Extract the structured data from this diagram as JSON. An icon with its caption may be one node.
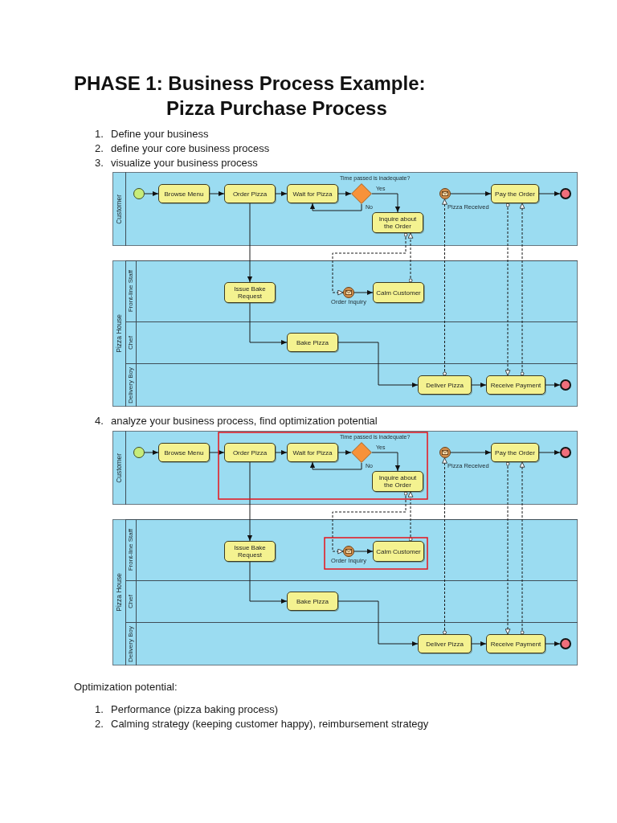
{
  "diagram": {
    "title": "PHASE 1: Business Process Example: Pizza Purchase Process",
    "nodes": [
      {
        "text": [
          "Customer"
        ]
      },
      {
        "text": [],
        "shape": "circle",
        "in": 0
      },
      {
        "text": [
          "Browse Menu"
        ],
        "in": 0
      },
      {
        "text": [
          "Order Pizza"
        ],
        "in": 0
      },
      {
        "text": [
          "Wait for Pizza"
        ],
        "in": 0
      },
      {
        "text": [],
        "shape": "diamond",
        "beside": [
          "Time passed is inadequate?"
        ],
        "in": 0
      },
      {
        "text": [
          "Inquire about the Order"
        ],
        "in": 0
      },
      {
        "text": [],
        "shape": "circle",
        "beside": [
          "Pizza Received"
        ],
        "in": 0
      },
      {
        "text": [
          "Pay the Order"
        ],
        "in": 0
      },
      {
        "text": [],
        "shape": "circle",
        "in": 0
      },
      {
        "text": [
          "Pizza House"
        ]
      },
      {
        "text": [
          "Front-line Staff"
        ],
        "in": 10
      },
      {
        "text": [
          "Issue Bake Request"
        ],
        "in": 11
      },
      {
        "text": [],
        "shape": "circle",
        "beside": [
          "Order Inquiry"
        ],
        "in": 11
      },
      {
        "text": [
          "Calm Customer"
        ],
        "in": 11
      },
      {
        "text": [
          "Chef"
        ],
        "in": 10
      },
      {
        "text": [
          "Bake Pizza"
        ],
        "in": 15
      },
      {
        "text": [
          "Delivery Boy"
        ],
        "in": 10
      },
      {
        "text": [
          "Deliver Pizza"
        ],
        "in": 17
      },
      {
        "text": [
          "Receive Payment"
        ],
        "in": 17
      },
      {
        "text": [],
        "shape": "circle",
        "in": 17
      },
      {
        "text": [
          "Customer"
        ]
      },
      {
        "text": [],
        "shape": "circle",
        "in": 21
      },
      {
        "text": [
          "Browse Menu"
        ],
        "in": 21
      },
      {
        "text": [
          "Order Pizza"
        ],
        "in": 21
      },
      {
        "text": [
          "Wait for Pizza"
        ],
        "in": 21
      },
      {
        "text": [],
        "shape": "diamond",
        "beside": [
          "Time passed is inadequate?"
        ],
        "in": 21
      },
      {
        "text": [
          "Inquire about the Order"
        ],
        "in": 21
      },
      {
        "text": [],
        "shape": "circle",
        "beside": [
          "Pizza Received"
        ],
        "in": 21
      },
      {
        "text": [
          "Pay the Order"
        ],
        "in": 21
      },
      {
        "text": [],
        "shape": "circle",
        "in": 21
      },
      {
        "text": [
          "Pizza House"
        ]
      },
      {
        "text": [
          "Front-line Staff"
        ],
        "in": 31
      },
      {
        "text": [
          "Issue Bake Request"
        ],
        "in": 32
      },
      {
        "text": [],
        "shape": "circle",
        "beside": [
          "Order Inquiry"
        ],
        "in": 32
      },
      {
        "text": [
          "Calm Customer"
        ],
        "in": 32
      },
      {
        "text": [
          "Chef"
        ],
        "in": 31
      },
      {
        "text": [
          "Bake Pizza"
        ],
        "in": 36
      },
      {
        "text": [
          "Delivery Boy"
        ],
        "in": 31
      },
      {
        "text": [
          "Deliver Pizza"
        ],
        "in": 38
      },
      {
        "text": [
          "Receive Payment"
        ],
        "in": 38
      },
      {
        "text": [],
        "shape": "circle",
        "in": 38
      }
    ],
    "edges": [
      {
        "from": 1,
        "to": 2,
        "arrow": "to"
      },
      {
        "from": 2,
        "to": 3,
        "arrow": "to"
      },
      {
        "from": 3,
        "to": 4,
        "arrow": "to"
      },
      {
        "from": 4,
        "to": 5,
        "arrow": "to"
      },
      {
        "from": 5,
        "to": 6,
        "arrow": "to",
        "label": "Yes"
      },
      {
        "from": 5,
        "to": 4,
        "arrow": "to",
        "label": "No"
      },
      {
        "from": 3,
        "to": 12,
        "arrow": "to"
      },
      {
        "from": 7,
        "to": 8,
        "arrow": "to"
      },
      {
        "from": 8,
        "to": 9,
        "arrow": "to"
      },
      {
        "from": 6,
        "to": 13,
        "arrow": "to",
        "style": "dashed"
      },
      {
        "from": 14,
        "to": 6,
        "arrow": "to",
        "style": "dashed"
      },
      {
        "from": 13,
        "to": 14,
        "arrow": "to"
      },
      {
        "from": 12,
        "to": 16,
        "arrow": "to"
      },
      {
        "from": 16,
        "to": 18,
        "arrow": "to"
      },
      {
        "from": 18,
        "to": 19,
        "arrow": "to"
      },
      {
        "from": 19,
        "to": 20,
        "arrow": "to"
      },
      {
        "from": 18,
        "to": 7,
        "arrow": "to",
        "style": "dashed"
      },
      {
        "from": 8,
        "to": 19,
        "arrow": "to",
        "style": "dashed"
      },
      {
        "from": 19,
        "to": 8,
        "arrow": "to",
        "style": "dashed"
      },
      {
        "from": 22,
        "to": 23,
        "arrow": "to"
      },
      {
        "from": 23,
        "to": 24,
        "arrow": "to"
      },
      {
        "from": 24,
        "to": 25,
        "arrow": "to"
      },
      {
        "from": 25,
        "to": 26,
        "arrow": "to"
      },
      {
        "from": 26,
        "to": 27,
        "arrow": "to",
        "label": "Yes"
      },
      {
        "from": 26,
        "to": 25,
        "arrow": "to",
        "label": "No"
      },
      {
        "from": 24,
        "to": 33,
        "arrow": "to"
      },
      {
        "from": 28,
        "to": 29,
        "arrow": "to"
      },
      {
        "from": 29,
        "to": 30,
        "arrow": "to"
      },
      {
        "from": 27,
        "to": 34,
        "arrow": "to",
        "style": "dashed"
      },
      {
        "from": 35,
        "to": 27,
        "arrow": "to",
        "style": "dashed"
      },
      {
        "from": 34,
        "to": 35,
        "arrow": "to"
      },
      {
        "from": 33,
        "to": 37,
        "arrow": "to"
      },
      {
        "from": 37,
        "to": 39,
        "arrow": "to"
      },
      {
        "from": 39,
        "to": 40,
        "arrow": "to"
      },
      {
        "from": 40,
        "to": 41,
        "arrow": "to"
      },
      {
        "from": 39,
        "to": 28,
        "arrow": "to",
        "style": "dashed"
      },
      {
        "from": 29,
        "to": 40,
        "arrow": "to",
        "style": "dashed"
      },
      {
        "from": 40,
        "to": 29,
        "arrow": "to",
        "style": "dashed"
      }
    ],
    "labels": [
      "1.",
      "Define your business",
      "2.",
      "define your core business process",
      "3.",
      "visualize your business process",
      "4.",
      "analyze your business process, find optimization potential",
      "Optimization potential:",
      "1.",
      "Performance (pizza baking process)",
      "2.",
      "Calming strategy (keeping customer happy), reimbursement strategy"
    ]
  }
}
